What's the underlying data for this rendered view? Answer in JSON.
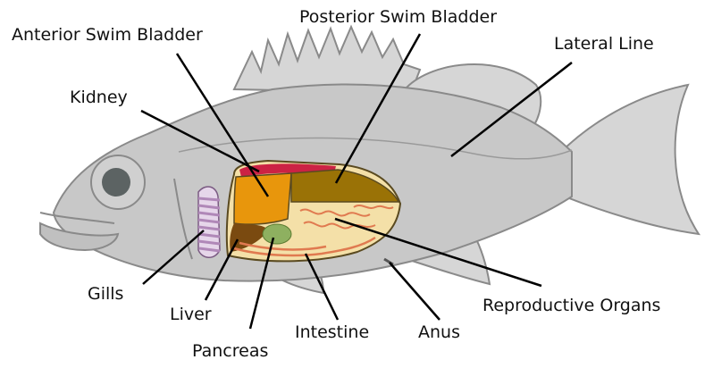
{
  "labels": {
    "anterior_swim_bladder": "Anterior Swim Bladder",
    "posterior_swim_bladder": "Posterior Swim Bladder",
    "lateral_line": "Lateral Line",
    "kidney": "Kidney",
    "gills": "Gills",
    "liver": "Liver",
    "pancreas": "Pancreas",
    "intestine": "Intestine",
    "anus": "Anus",
    "reproductive_organs": "Reproductive Organs"
  },
  "colors": {
    "body": "#c8c8c8",
    "fin": "#d6d6d6",
    "outline": "#8a8a8a",
    "eye": "#5c6363",
    "gills": "#b088b8",
    "kidney": "#cc2244",
    "anterior_swim_bladder": "#e8960c",
    "posterior_swim_bladder": "#9a7206",
    "liver": "#7a4a10",
    "pancreas": "#8eb060",
    "reproductive": "#f4e0a8",
    "intestine": "#e07a50"
  }
}
